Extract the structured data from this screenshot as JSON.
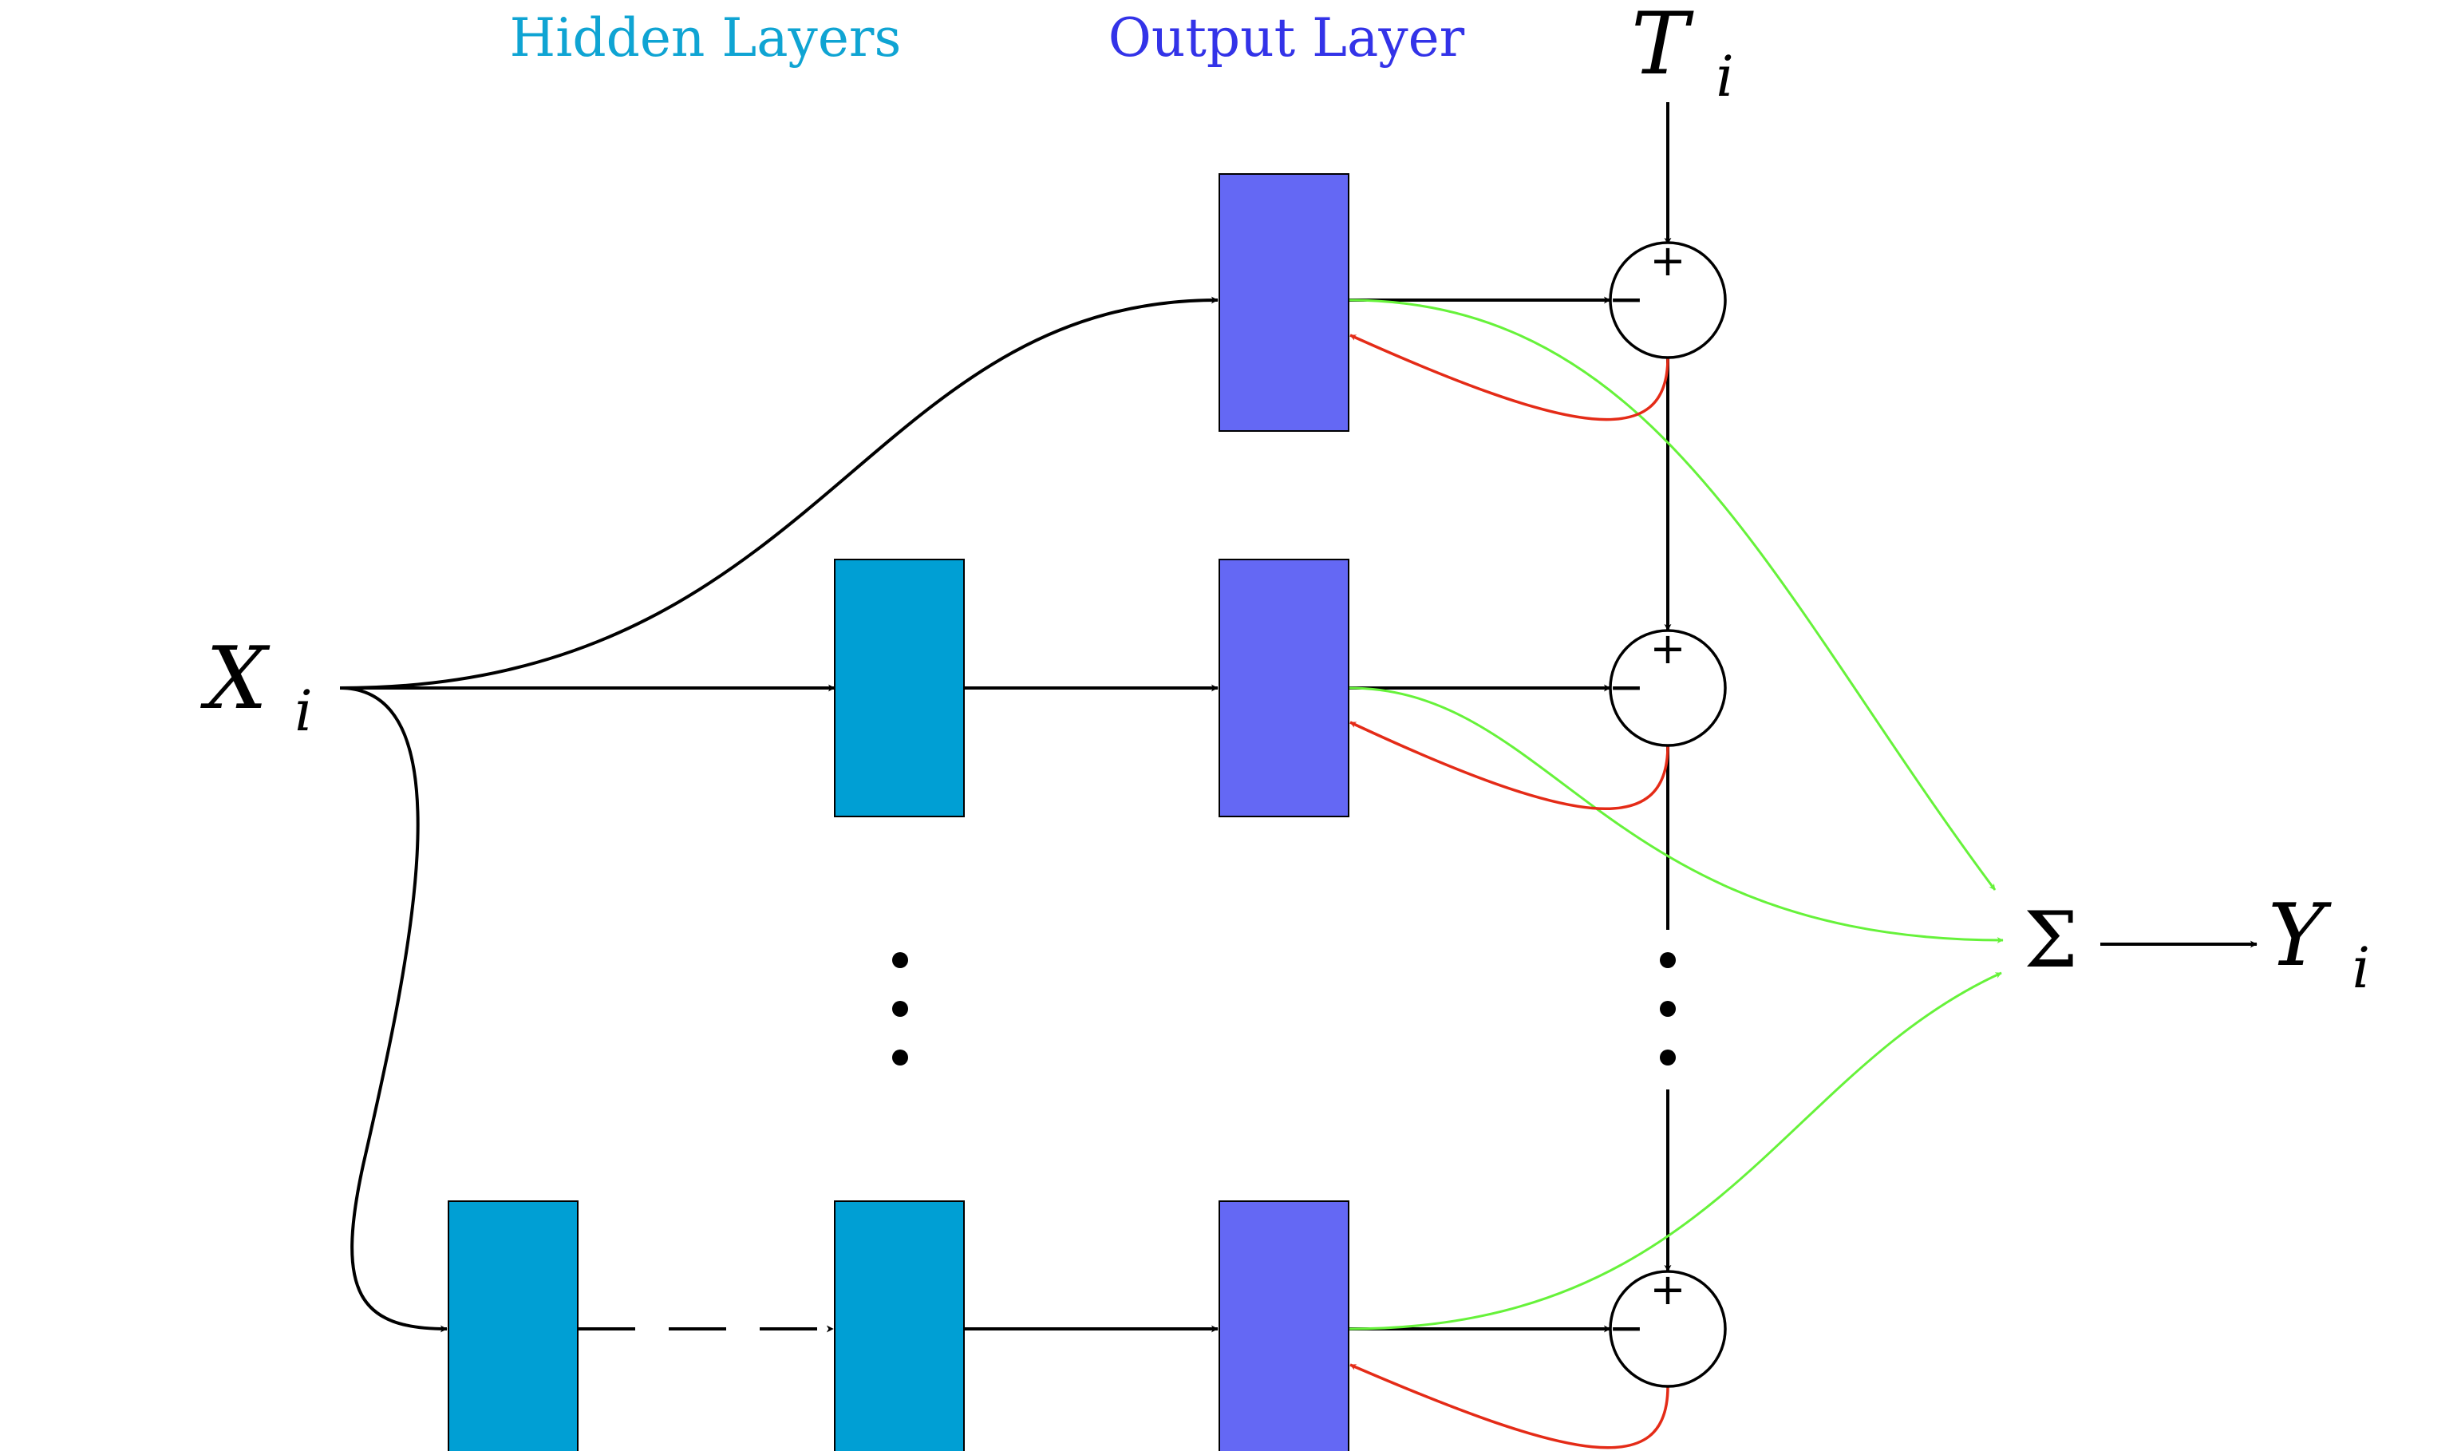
{
  "labels": {
    "hidden_layers": "Hidden Layers",
    "output_layer": "Output Layer"
  },
  "math": {
    "input_main": "X",
    "input_sub": "i",
    "target_main": "T",
    "target_sub": "i",
    "output_main": "Y",
    "output_sub": "i",
    "sum_symbol": "Σ"
  },
  "signs": {
    "plus": "+",
    "minus": "−"
  },
  "colors": {
    "hidden_block": "#009fd4",
    "output_block": "#6468f4",
    "hidden_label": "#0fa4d3",
    "output_label": "#3333e8",
    "feedback_arrow": "#e42b17",
    "ensemble_arrow": "#66f23a",
    "line": "#000000"
  }
}
